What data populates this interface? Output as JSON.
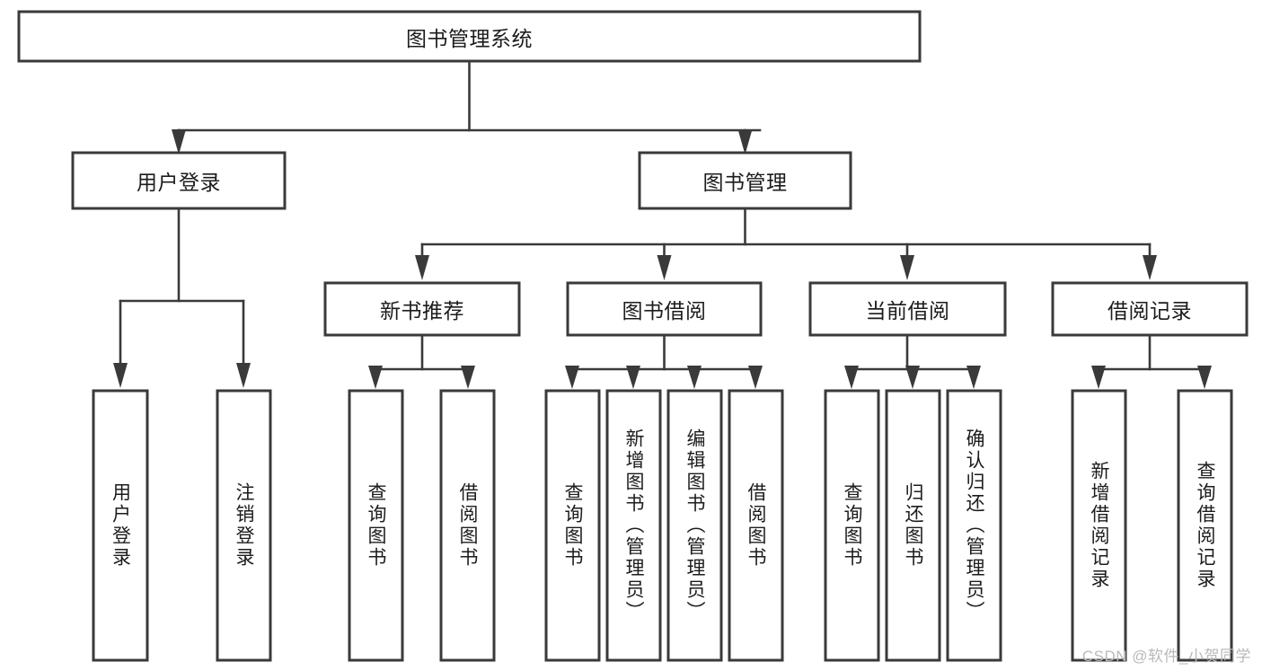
{
  "diagram": {
    "type": "tree",
    "title": "图书管理系统",
    "watermark": "CSDN @软件_小贺同学",
    "colors": {
      "box_stroke": "#3a3a3a",
      "box_fill": "#ffffff",
      "connector": "#3a3a3a",
      "text": "#1c1c1c",
      "watermark": "#b9b9b9"
    },
    "levels": {
      "root": {
        "label": "图书管理系统"
      },
      "level2": [
        {
          "label": "用户登录"
        },
        {
          "label": "图书管理"
        }
      ],
      "level3": [
        {
          "label": "新书推荐"
        },
        {
          "label": "图书借阅"
        },
        {
          "label": "当前借阅"
        },
        {
          "label": "借阅记录"
        }
      ],
      "leaves": {
        "user_login": [
          {
            "label": "用户登录"
          },
          {
            "label": "注销登录"
          }
        ],
        "new_book": [
          {
            "label": "查询图书"
          },
          {
            "label": "借阅图书"
          }
        ],
        "book_borrow": [
          {
            "label": "查询图书"
          },
          {
            "label": "新增图书（管理员）"
          },
          {
            "label": "编辑图书（管理员）"
          },
          {
            "label": "借阅图书"
          }
        ],
        "current_borrow": [
          {
            "label": "查询图书"
          },
          {
            "label": "归还图书"
          },
          {
            "label": "确认归还（管理员）"
          }
        ],
        "borrow_record": [
          {
            "label": "新增借阅记录"
          },
          {
            "label": "查询借阅记录"
          }
        ]
      }
    }
  }
}
